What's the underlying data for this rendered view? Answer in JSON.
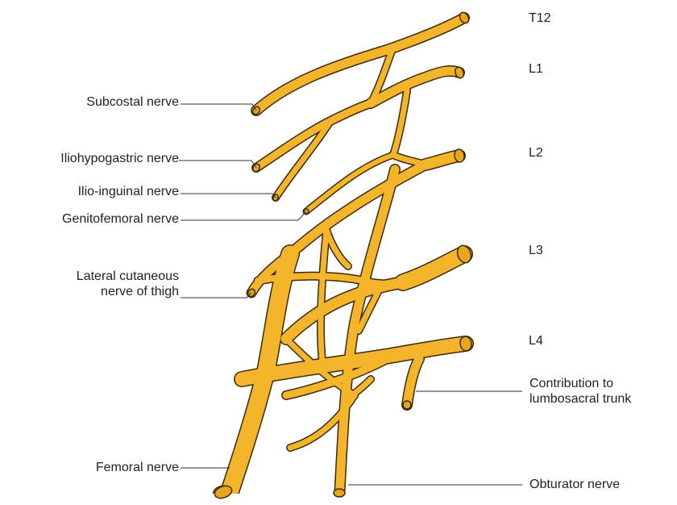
{
  "colors": {
    "nerve_fill": "#f4b52a",
    "nerve_outline": "#3a2c10",
    "nerve_end": "#e8a61c",
    "leader_line": "#333333",
    "label_text": "#222222"
  },
  "roots": {
    "t12": "T12",
    "l1": "L1",
    "l2": "L2",
    "l3": "L3",
    "l4": "L4"
  },
  "left_labels": {
    "subcostal": "Subcostal nerve",
    "iliohypogastric": "Iliohypogastric nerve",
    "ilioinguinal": "Ilio-inguinal nerve",
    "genitofemoral": "Genitofemoral nerve",
    "lateral_cutaneous_line1": "Lateral cutaneous",
    "lateral_cutaneous_line2": "nerve of thigh",
    "femoral": "Femoral nerve"
  },
  "right_labels": {
    "contribution_line1": "Contribution to",
    "contribution_line2": "lumbosacral trunk",
    "obturator": "Obturator nerve"
  }
}
